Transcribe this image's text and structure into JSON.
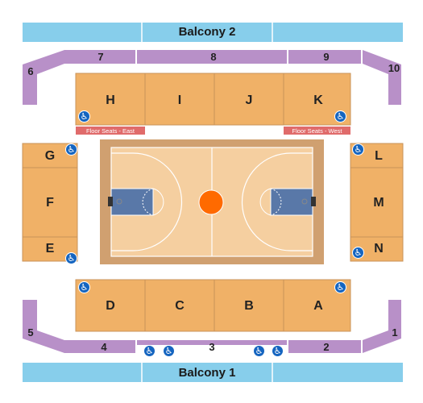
{
  "colors": {
    "balcony": "#87ceeb",
    "balcony_divider": "#ffffff",
    "ring": "#b890c8",
    "section": "#f0b167",
    "section_border": "#c8935a",
    "floor_banner": "#e06b6b",
    "court_border": "#d0a070",
    "court_wood": "#f5cfa0",
    "paint": "#5978a8",
    "ball": "#ff6a00",
    "accessible": "#1565c0"
  },
  "balconies": [
    {
      "id": "balcony-2",
      "label": "Balcony 2"
    },
    {
      "id": "balcony-1",
      "label": "Balcony 1"
    }
  ],
  "ring_sections": [
    {
      "id": "7",
      "label": "7"
    },
    {
      "id": "8",
      "label": "8"
    },
    {
      "id": "9",
      "label": "9"
    },
    {
      "id": "6",
      "label": "6"
    },
    {
      "id": "10",
      "label": "10"
    },
    {
      "id": "5",
      "label": "5"
    },
    {
      "id": "4",
      "label": "4"
    },
    {
      "id": "3",
      "label": "3"
    },
    {
      "id": "2",
      "label": "2"
    },
    {
      "id": "1",
      "label": "1"
    }
  ],
  "sections": [
    {
      "id": "H",
      "label": "H"
    },
    {
      "id": "I",
      "label": "I"
    },
    {
      "id": "J",
      "label": "J"
    },
    {
      "id": "K",
      "label": "K"
    },
    {
      "id": "G",
      "label": "G"
    },
    {
      "id": "F",
      "label": "F"
    },
    {
      "id": "E",
      "label": "E"
    },
    {
      "id": "L",
      "label": "L"
    },
    {
      "id": "M",
      "label": "M"
    },
    {
      "id": "N",
      "label": "N"
    },
    {
      "id": "D",
      "label": "D"
    },
    {
      "id": "C",
      "label": "C"
    },
    {
      "id": "B",
      "label": "B"
    },
    {
      "id": "A",
      "label": "A"
    }
  ],
  "floor_seats": [
    {
      "id": "east",
      "label": "Floor Seats - East"
    },
    {
      "id": "west",
      "label": "Floor Seats - West"
    }
  ],
  "accessible_icon": "wheelchair-icon",
  "accessible_count": 12
}
